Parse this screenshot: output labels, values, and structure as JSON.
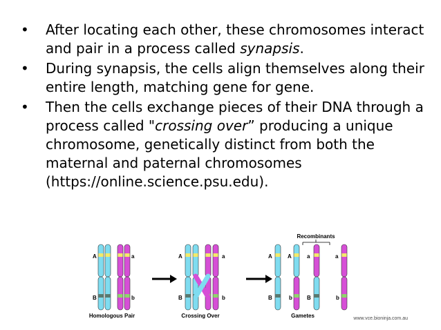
{
  "bullets": [
    {
      "pre": "After locating each other, these chromosomes interact and pair in a process called ",
      "em": "synapsis",
      "post": "."
    },
    {
      "pre": "During synapsis, the cells align themselves along their entire length, matching gene for gene.",
      "em": "",
      "post": ""
    },
    {
      "pre": "Then the cells exchange pieces of their DNA through a process called \"",
      "em": "crossing over",
      "post": "” producing a unique chromosome, genetically distinct from both the maternal and paternal chromosomes (https://online.science.psu.edu)."
    }
  ],
  "bullet_symbol": "•",
  "diagram": {
    "panel_labels": [
      "Homologous Pair",
      "Crossing Over",
      "Gametes"
    ],
    "recombinants_label": "Recombinants",
    "allele_A": "A",
    "allele_a": "a",
    "allele_B": "B",
    "allele_b": "b",
    "credit": "www.vce.bioninja.com.au"
  },
  "colors": {
    "maternal": "#7fdcf0",
    "paternal": "#d64fd6",
    "band_top": "#f3ea6a",
    "band_bottom_maternal": "#5a7a70",
    "band_bottom_paternal": "#8fd66a",
    "arrow": "#000000"
  }
}
